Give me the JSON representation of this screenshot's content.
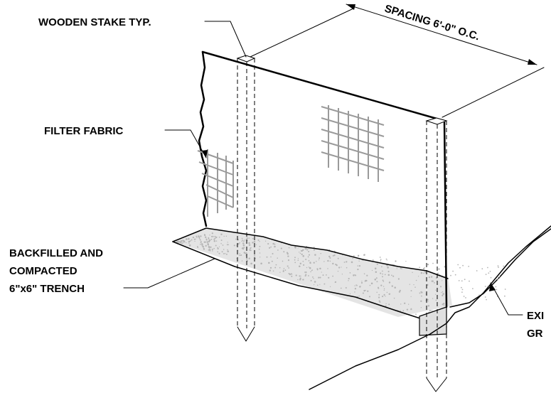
{
  "labels": {
    "wooden_stake": "WOODEN STAKE TYP.",
    "spacing": "SPACING 6'-0\" O.C.",
    "filter_fabric": "FILTER FABRIC",
    "backfill_line1": "BACKFILLED AND",
    "backfill_line2": "COMPACTED",
    "backfill_line3": "6\"x6\" TRENCH",
    "ground_line1": "EXI",
    "ground_line2": "GR"
  },
  "colors": {
    "ink": "#000000",
    "mesh": "#9a9a9a",
    "gravel": "#b5b5b5"
  }
}
